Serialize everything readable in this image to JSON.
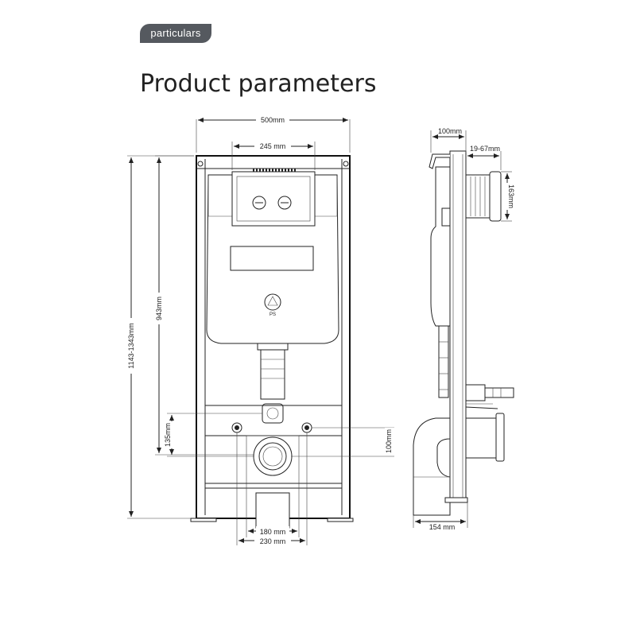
{
  "header": {
    "tag_label": "particulars",
    "title": "Product parameters"
  },
  "front_view": {
    "width_total": "500mm",
    "panel_width": "245 mm",
    "height_range": "1143-1343mm",
    "tank_height": "943mm",
    "bolt_height": "135mm",
    "outlet_height": "100mm",
    "bolt_spacing_inner": "180 mm",
    "bolt_spacing_outer": "230 mm",
    "logo_text": "PS"
  },
  "side_view": {
    "depth_top": "100mm",
    "wall_adjust": "19-67mm",
    "flush_pipe_height": "163mm",
    "depth_bottom": "154 mm"
  },
  "colors": {
    "tag_bg": "#55595f",
    "line": "#222222"
  }
}
